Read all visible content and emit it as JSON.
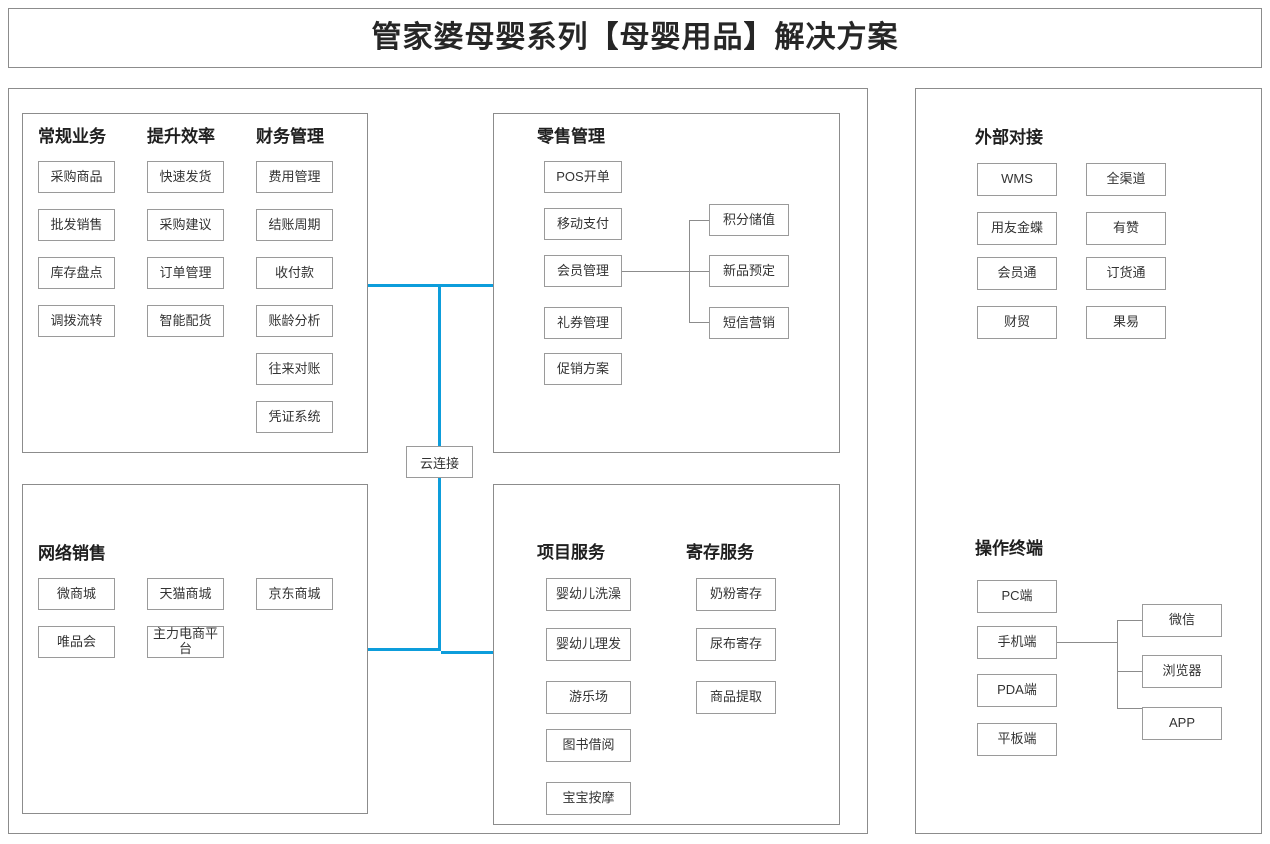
{
  "header": {
    "title": "管家婆母婴系列【母婴用品】解决方案"
  },
  "connector": {
    "cloud_label": "云连接",
    "line_color": "#0d9ddb",
    "box_border_color": "#9a9a9a"
  },
  "panels": {
    "operations": {
      "columns": [
        {
          "heading": "常规业务",
          "items": [
            "采购商品",
            "批发销售",
            "库存盘点",
            "调拨流转"
          ]
        },
        {
          "heading": "提升效率",
          "items": [
            "快速发货",
            "采购建议",
            "订单管理",
            "智能配货"
          ]
        },
        {
          "heading": "财务管理",
          "items": [
            "费用管理",
            "结账周期",
            "收付款",
            "账龄分析",
            "往来对账",
            "凭证系统"
          ]
        }
      ]
    },
    "online_sales": {
      "heading": "网络销售",
      "items": [
        "微商城",
        "天猫商城",
        "京东商城",
        "唯品会",
        "主力电商平台"
      ]
    },
    "retail": {
      "heading": "零售管理",
      "items": [
        "POS开单",
        "移动支付",
        "会员管理",
        "礼券管理",
        "促销方案"
      ],
      "member_children": [
        "积分储值",
        "新品预定",
        "短信营销"
      ]
    },
    "services": {
      "columns": [
        {
          "heading": "项目服务",
          "items": [
            "婴幼儿洗澡",
            "婴幼儿理发",
            "游乐场",
            "图书借阅",
            "宝宝按摩"
          ]
        },
        {
          "heading": "寄存服务",
          "items": [
            "奶粉寄存",
            "尿布寄存",
            "商品提取"
          ]
        }
      ]
    },
    "external": {
      "heading": "外部对接",
      "left_items": [
        "WMS",
        "用友金蝶",
        "会员通",
        "财贸"
      ],
      "right_items": [
        "全渠道",
        "有赞",
        "订货通",
        "果易"
      ]
    },
    "terminals": {
      "heading": "操作终端",
      "items": [
        "PC端",
        "手机端",
        "PDA端",
        "平板端"
      ],
      "mobile_children": [
        "微信",
        "浏览器",
        "APP"
      ]
    }
  }
}
